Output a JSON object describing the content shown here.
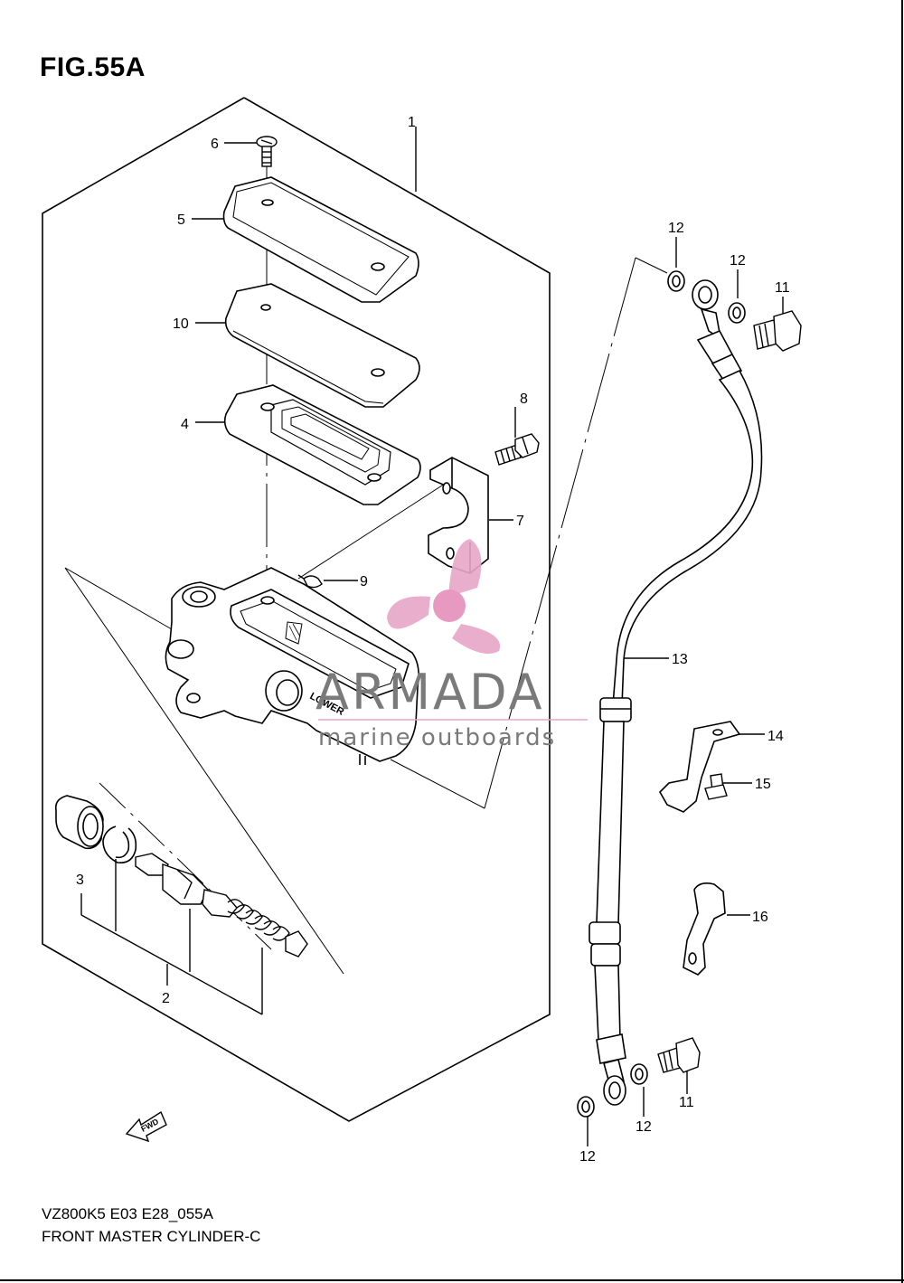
{
  "figure": {
    "title": "FIG.55A",
    "model_code": "VZ800K5 E03 E28_055A",
    "diagram_name": "FRONT MASTER CYLINDER-C"
  },
  "callouts": {
    "c1": "1",
    "c2": "2",
    "c3": "3",
    "c4": "4",
    "c5": "5",
    "c6": "6",
    "c7": "7",
    "c8": "8",
    "c9": "9",
    "c10": "10",
    "c11a": "11",
    "c11b": "11",
    "c12a": "12",
    "c12b": "12",
    "c12c": "12",
    "c12d": "12",
    "c13": "13",
    "c14": "14",
    "c15": "15",
    "c16": "16"
  },
  "stamps": {
    "lower": "LOWER",
    "fwd": "FWD"
  },
  "watermark": {
    "brand": "ARMADA",
    "tagline": "marine outboards",
    "logo_color": "#e8a6c8",
    "logo_hub_color": "#e58fbc"
  }
}
